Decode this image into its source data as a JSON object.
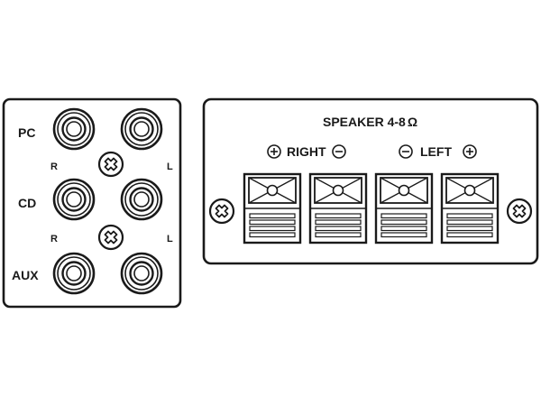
{
  "input_panel": {
    "rows": [
      {
        "name": "PC"
      },
      {
        "name": "CD"
      },
      {
        "name": "AUX"
      }
    ],
    "channel_right": "R",
    "channel_left": "L"
  },
  "speaker_panel": {
    "title": "SPEAKER 4-8",
    "ohm_symbol": "Ω",
    "right_label": "RIGHT",
    "left_label": "LEFT",
    "terminal_polarity": [
      "+",
      "−",
      "−",
      "+"
    ]
  },
  "colors": {
    "line": "#1a1a1a",
    "background": "#ffffff"
  }
}
